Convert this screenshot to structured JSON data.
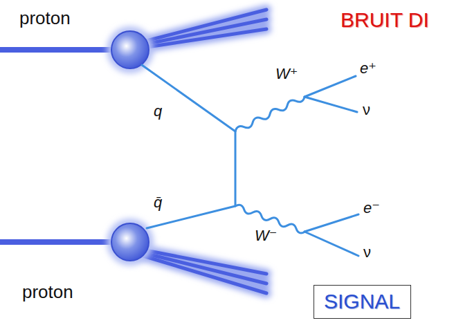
{
  "diagram": {
    "nodes": [
      {
        "text": [
          "SIGNAL"
        ]
      }
    ],
    "labels": [
      "BRUIT DI",
      "proton",
      "q",
      "W⁺",
      "e⁺",
      "ν",
      "q̄",
      "W⁻",
      "e⁻",
      "ν",
      "proton"
    ]
  }
}
